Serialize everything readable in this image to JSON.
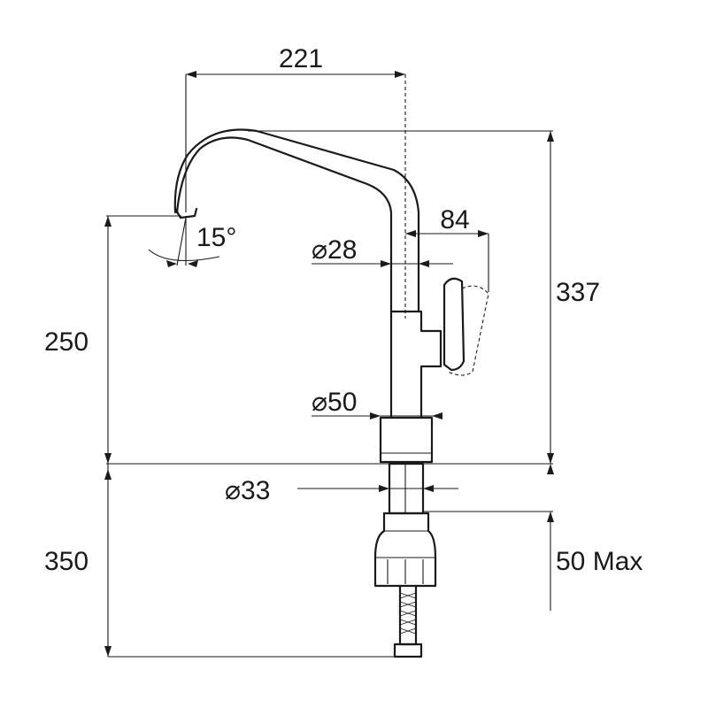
{
  "dimensions": {
    "spout_reach": "221",
    "total_height": "337",
    "spout_height": "250",
    "below_deck": "350",
    "thickness": "50 Max",
    "handle_offset": "84",
    "spout_angle": "15°",
    "spout_diameter": "⌀28",
    "base_diameter": "⌀50",
    "shank_diameter": "⌀33"
  }
}
